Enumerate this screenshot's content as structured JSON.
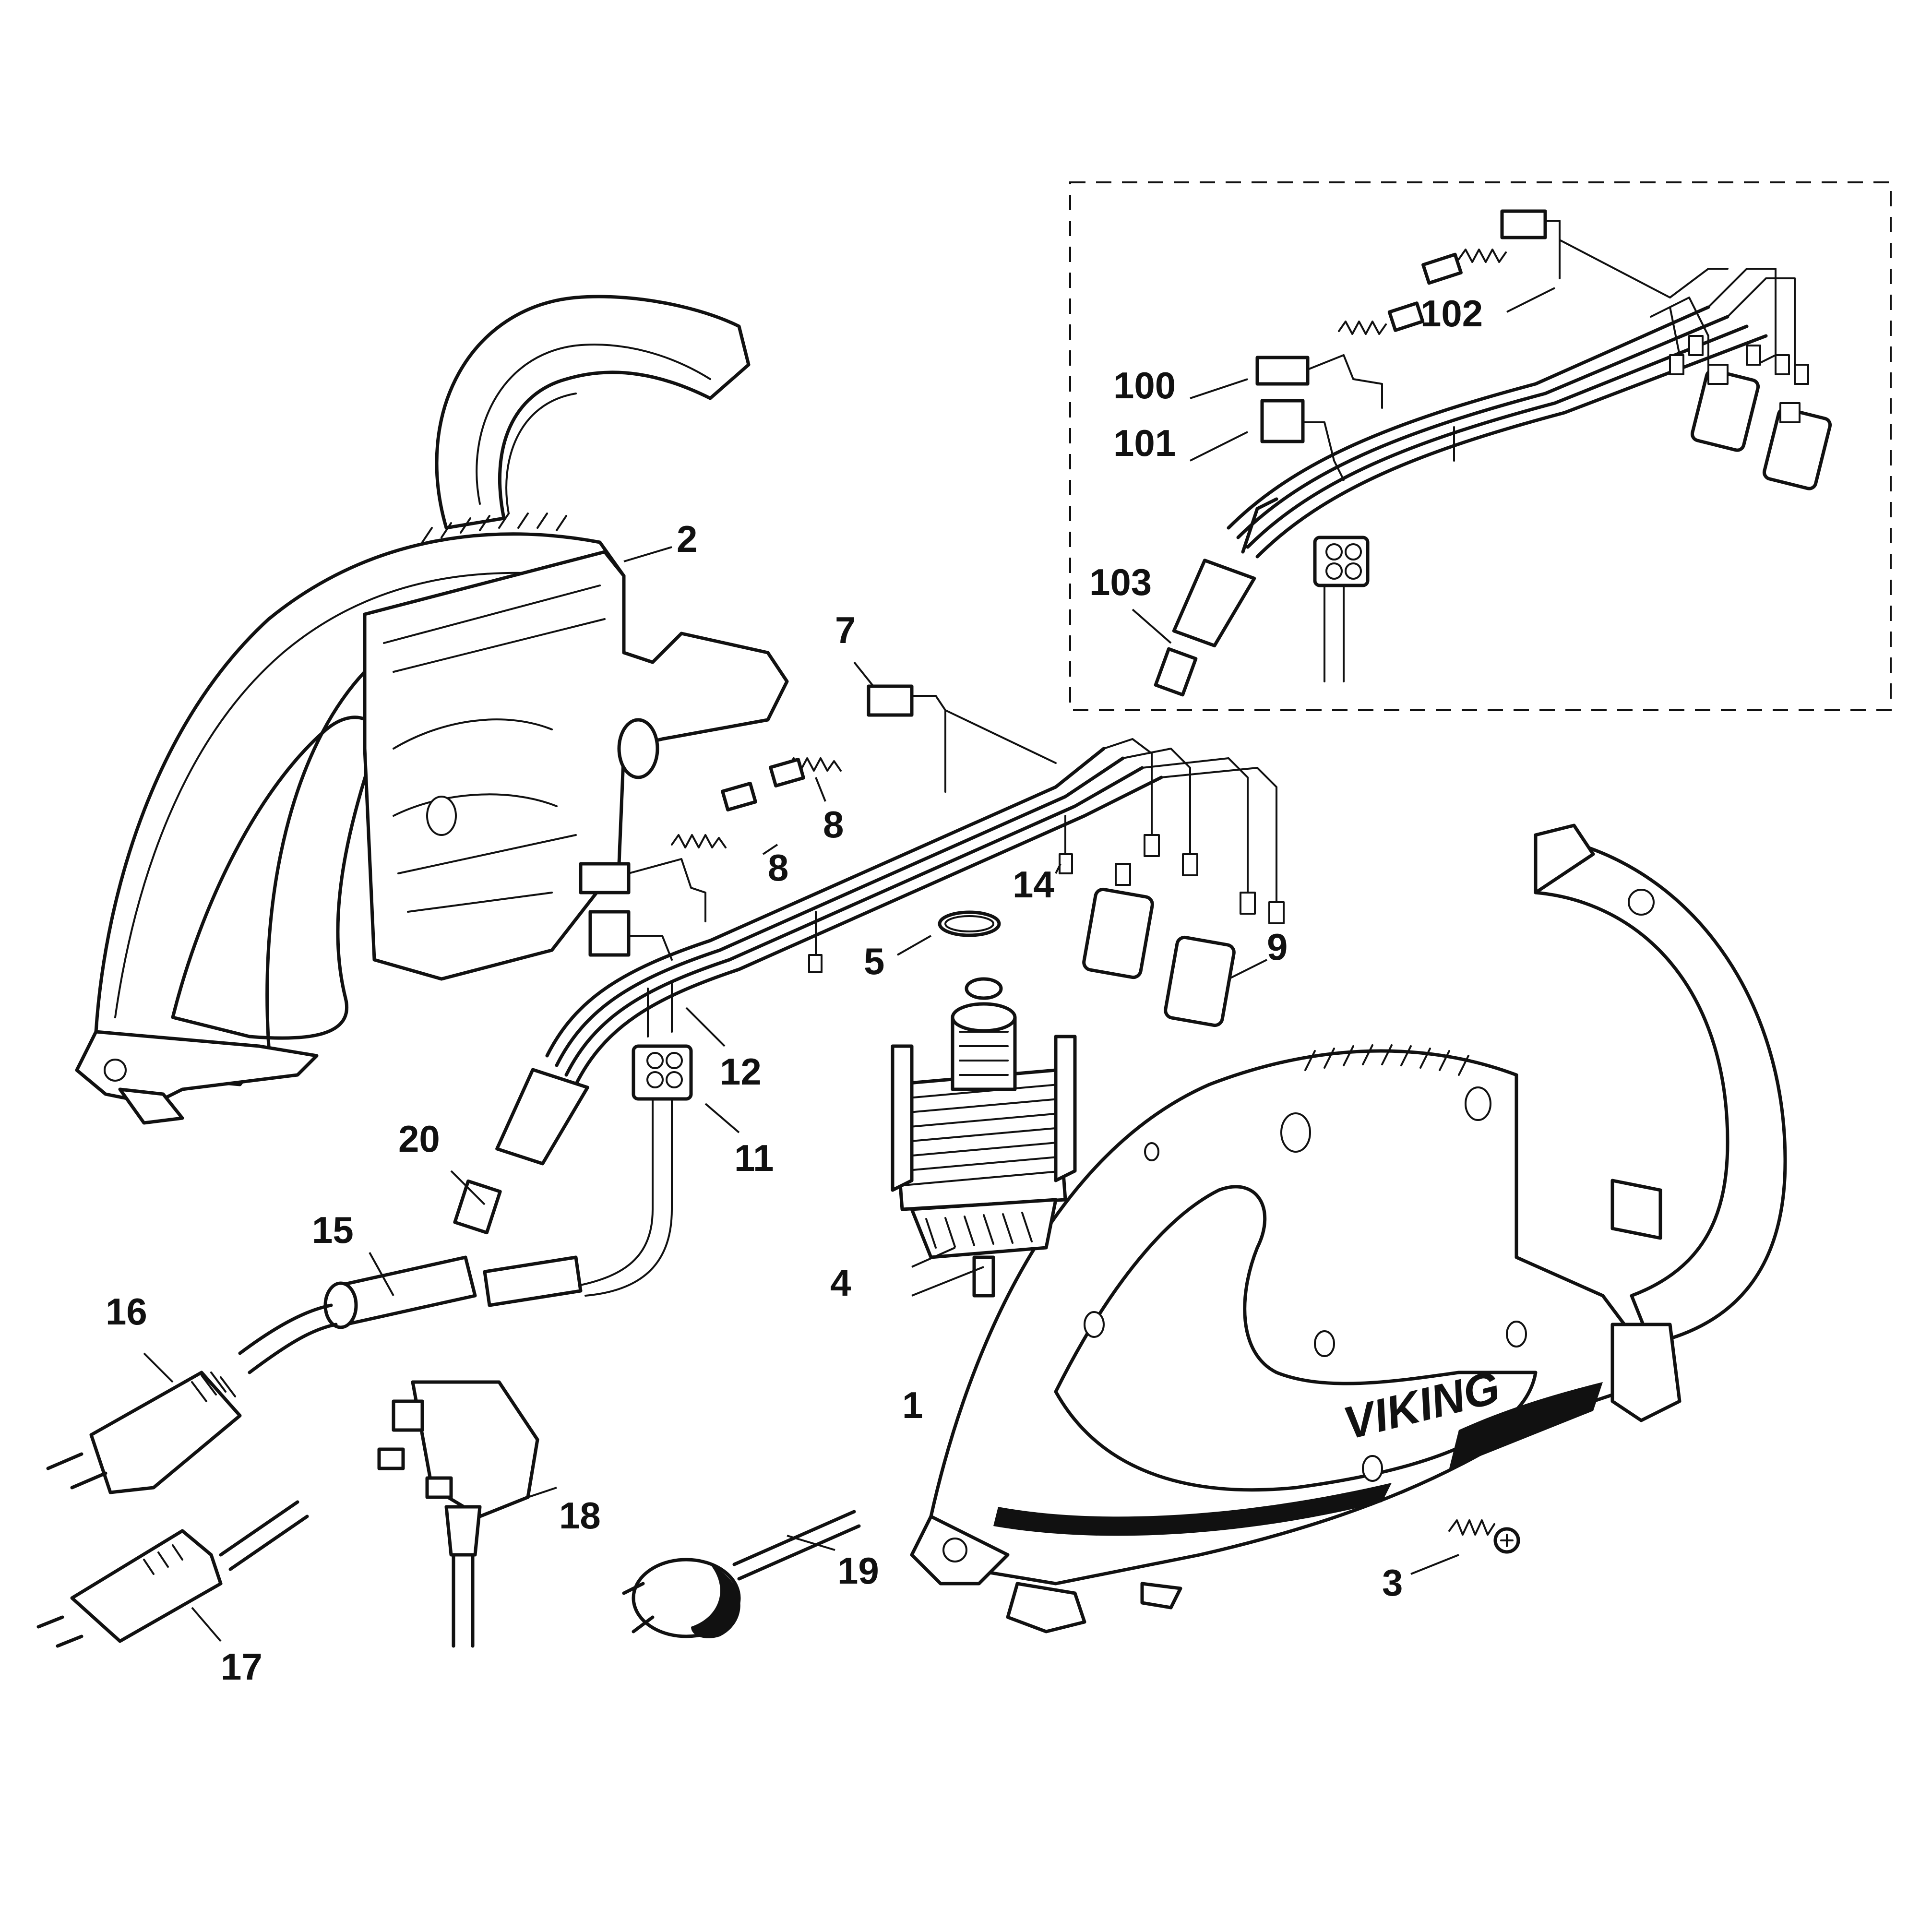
{
  "brand": {
    "logo_text": "VIKING"
  },
  "inset": {
    "style": "dashed-frame"
  },
  "callouts": [
    {
      "id": "1",
      "part": "housing-shell-right"
    },
    {
      "id": "2",
      "part": "housing-shell-left"
    },
    {
      "id": "3",
      "part": "screw"
    },
    {
      "id": "4",
      "part": "motor-armature"
    },
    {
      "id": "5",
      "part": "o-ring"
    },
    {
      "id": "7",
      "part": "carbon-brush-holder"
    },
    {
      "id": "8",
      "part": "carbon-brush-spring"
    },
    {
      "id": "8",
      "part": "carbon-brush-spring-second"
    },
    {
      "id": "9",
      "part": "micro-switch"
    },
    {
      "id": "11",
      "part": "terminal-block"
    },
    {
      "id": "12",
      "part": "wire-lead"
    },
    {
      "id": "14",
      "part": "wire-connector"
    },
    {
      "id": "15",
      "part": "cable-sleeve"
    },
    {
      "id": "16",
      "part": "plug-eu"
    },
    {
      "id": "17",
      "part": "plug-eu-flat"
    },
    {
      "id": "18",
      "part": "plug-uk"
    },
    {
      "id": "19",
      "part": "plug-au"
    },
    {
      "id": "20",
      "part": "cable-strain-relief"
    },
    {
      "id": "100",
      "part": "inset-brush-holder"
    },
    {
      "id": "101",
      "part": "inset-brush-holder-2"
    },
    {
      "id": "102",
      "part": "inset-wiring-harness"
    },
    {
      "id": "103",
      "part": "inset-strain-relief"
    }
  ]
}
